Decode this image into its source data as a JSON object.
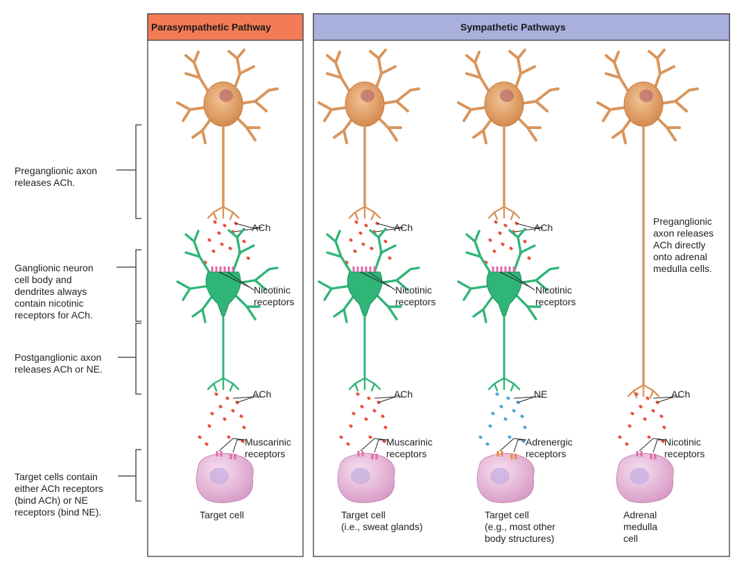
{
  "panels": {
    "parasympathetic": {
      "title": "Parasympathetic Pathway",
      "header_color": "#f47b55"
    },
    "sympathetic": {
      "title": "Sympathetic Pathways",
      "header_color": "#a9b0dc"
    }
  },
  "side_labels": {
    "preganglionic": "Preganglionic axon\nreleases ACh.",
    "ganglionic": "Ganglionic neuron\ncell body and\ndendrites always\ncontain nicotinic\nreceptors for ACh.",
    "postganglionic": "Postganglionic axon\nreleases ACh or NE.",
    "target": "Target cells contain\neither ACh receptors\n(bind ACh) or NE\nreceptors (bind NE)."
  },
  "columns": [
    {
      "pre_nt": "ACh",
      "nicotinic": "Nicotinic\nreceptors",
      "post_nt": "ACh",
      "target_receptor": "Muscarinic\nreceptors",
      "cell_label": "Target cell"
    },
    {
      "pre_nt": "ACh",
      "nicotinic": "Nicotinic\nreceptors",
      "post_nt": "ACh",
      "target_receptor": "Muscarinic\nreceptors",
      "cell_label": "Target cell\n(i.e., sweat glands)"
    },
    {
      "pre_nt": "ACh",
      "nicotinic": "Nicotinic\nreceptors",
      "post_nt": "NE",
      "target_receptor": "Adrenergic\nreceptors",
      "cell_label": "Target cell\n(e.g., most other\nbody structures)"
    },
    {
      "direct_note": "Preganglionic\naxon releases\nACh directly\nonto adrenal\nmedulla cells.",
      "post_nt": "ACh",
      "target_receptor": "Nicotinic\nreceptors",
      "cell_label": "Adrenal\nmedulla\ncell"
    }
  ],
  "colors": {
    "preganglionic_neuron": "#e0a26a",
    "ganglionic_neuron": "#2fb577",
    "target_cell": "#eec0e0",
    "ach_vesicle": "#e8503f",
    "ne_vesicle": "#4aa7d8",
    "bracket": "#333333"
  }
}
